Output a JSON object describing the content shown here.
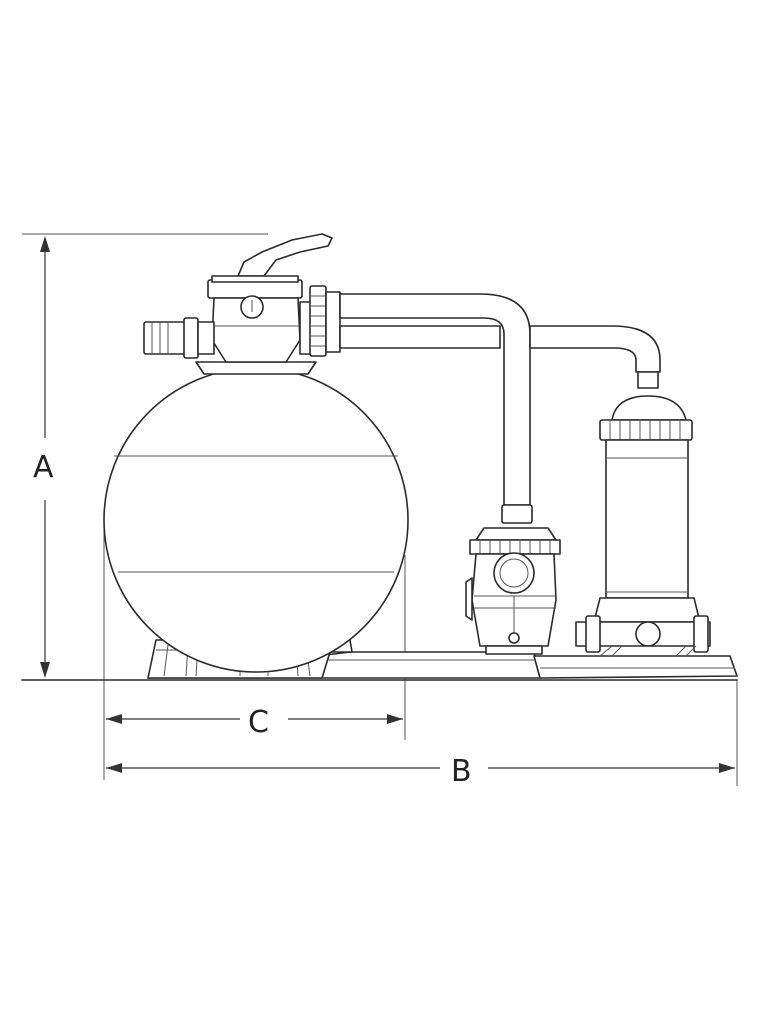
{
  "dimensions": {
    "height_label": "A",
    "overall_width_label": "B",
    "tank_width_label": "C"
  },
  "colors": {
    "line": "#2a2a2a",
    "background": "#ffffff"
  }
}
